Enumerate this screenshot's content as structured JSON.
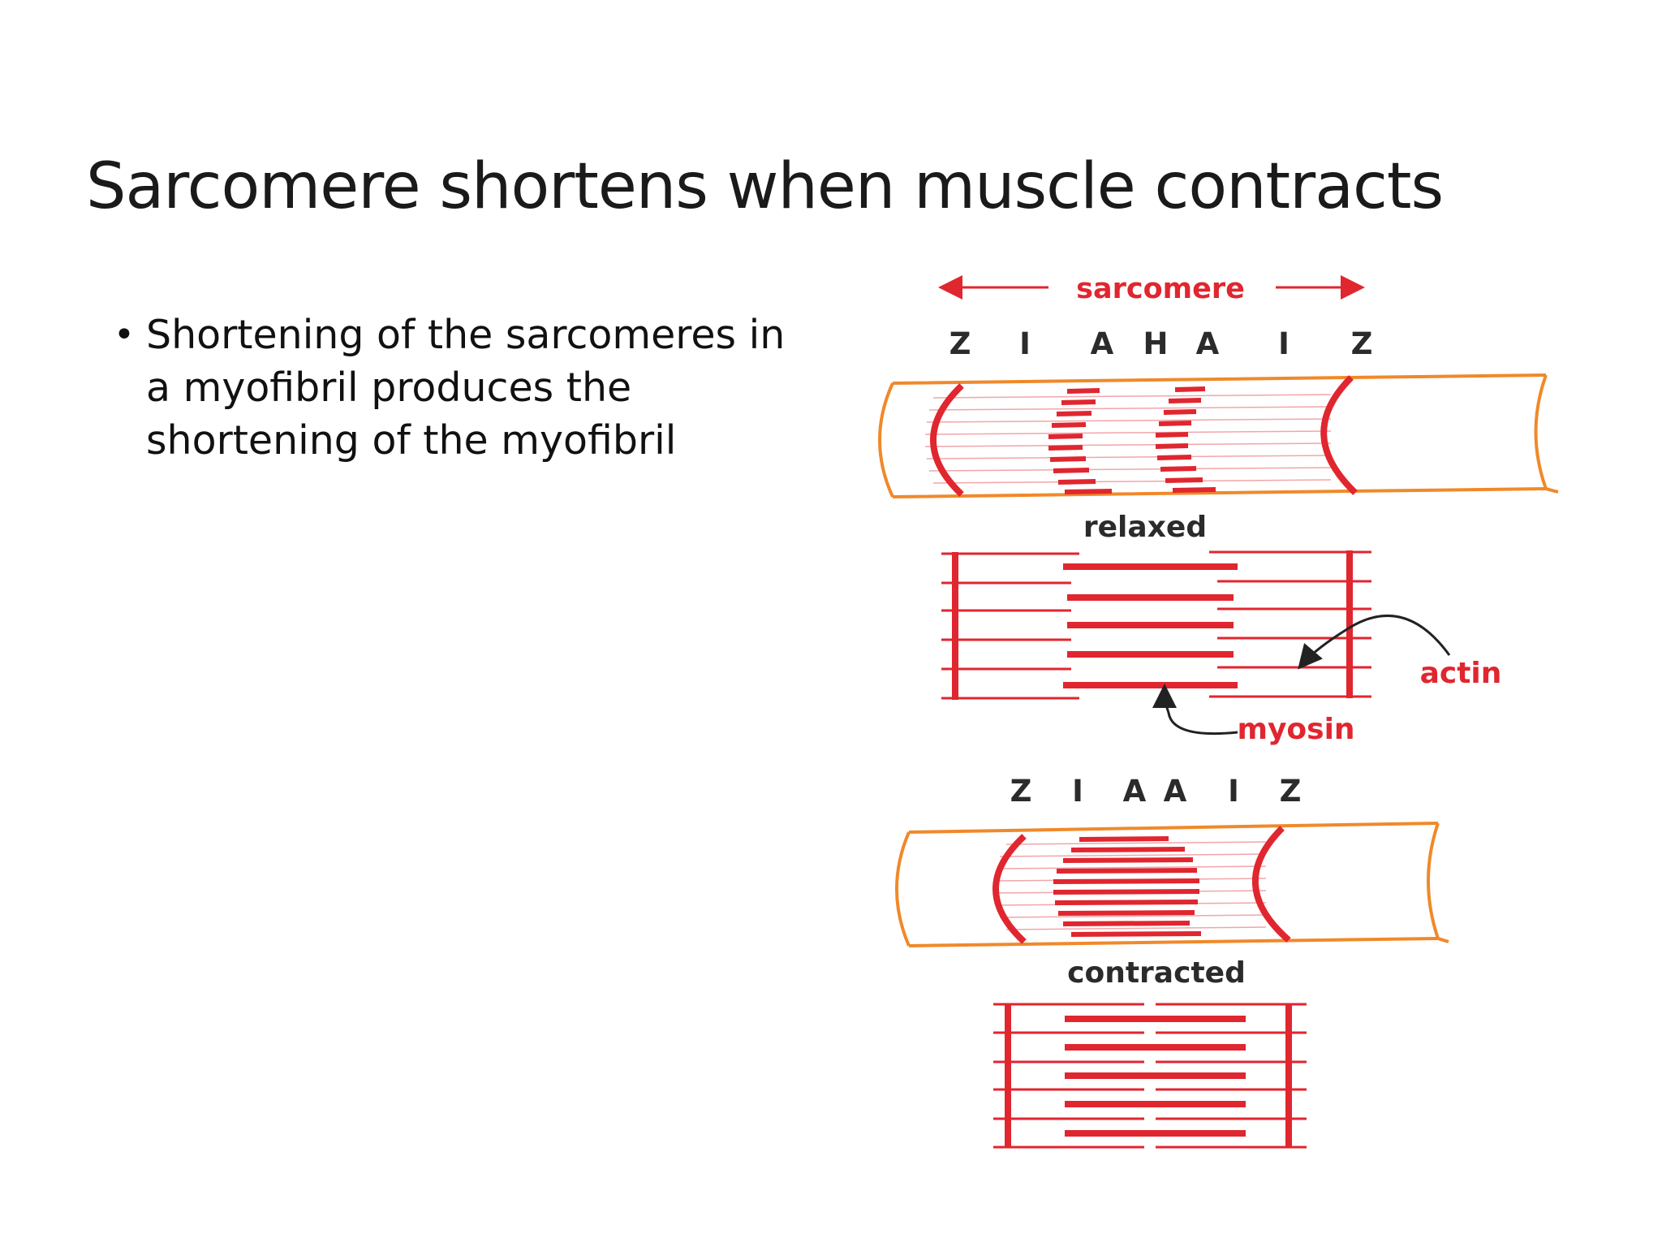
{
  "slide": {
    "title": "Sarcomere shortens when muscle contracts",
    "bullets": [
      "Shortening of the sarcomeres in a myofibril produces the shortening of the myofibril"
    ]
  },
  "diagram": {
    "sarcomere_label": "sarcomere",
    "relaxed": {
      "band_letters": [
        "Z",
        "I",
        "A",
        "H",
        "A",
        "I",
        "Z"
      ],
      "state_label": "relaxed"
    },
    "contracted": {
      "band_letters": [
        "Z",
        "I",
        "A",
        "A",
        "I",
        "Z"
      ],
      "state_label": "contracted"
    },
    "actin_label": "actin",
    "myosin_label": "myosin"
  },
  "colors": {
    "filament_red": "#e0262f",
    "membrane_orange": "#f0892a",
    "label_dark": "#2b2b2b"
  }
}
